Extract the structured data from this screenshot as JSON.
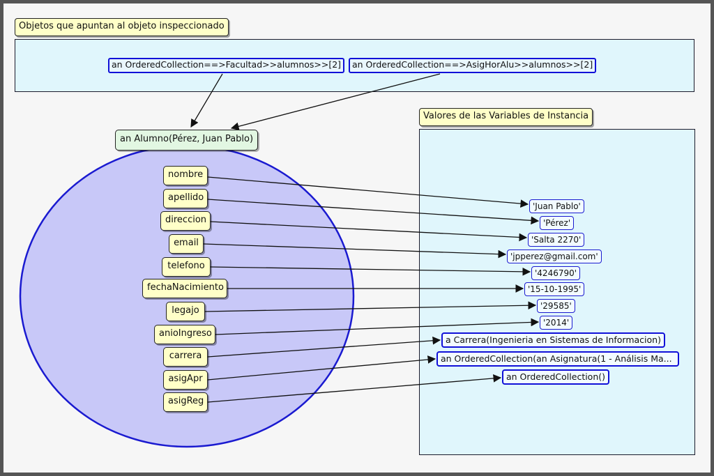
{
  "colors": {
    "frame": "#555555",
    "background": "#f6f6f6",
    "panel": "#e0f6fc",
    "label": "#ffffc8",
    "object_label": "#e2f7e2",
    "circle_fill": "#c8c8f8",
    "circle_stroke": "#1a1ad0",
    "ref_border": "#1010d8",
    "arrow": "#111111"
  },
  "referencing": {
    "title": "Objetos que apuntan al objeto inspeccionado",
    "items": [
      "an OrderedCollection==>Facultad>>alumnos>>[2]",
      "an OrderedCollection==>AsigHorAlu>>alumnos>>[2]"
    ]
  },
  "inspected": {
    "label": "an Alumno(Pérez, Juan Pablo)"
  },
  "instance_vars": {
    "title": "Valores de las Variables de Instancia",
    "names": [
      "nombre",
      "apellido",
      "direccion",
      "email",
      "telefono",
      "fechaNacimiento",
      "legajo",
      "anioIngreso",
      "carrera",
      "asigApr",
      "asigReg"
    ],
    "values": [
      "'Juan Pablo'",
      "'Pérez'",
      "'Salta 2270'",
      "'jpperez@gmail.com'",
      "'4246790'",
      "'15-10-1995'",
      "'29585'",
      "'2014'",
      "a Carrera(Ingenieria en Sistemas de Informacion)",
      "an OrderedCollection(an Asignatura(1 - Análisis Ma...",
      "an OrderedCollection()"
    ]
  }
}
